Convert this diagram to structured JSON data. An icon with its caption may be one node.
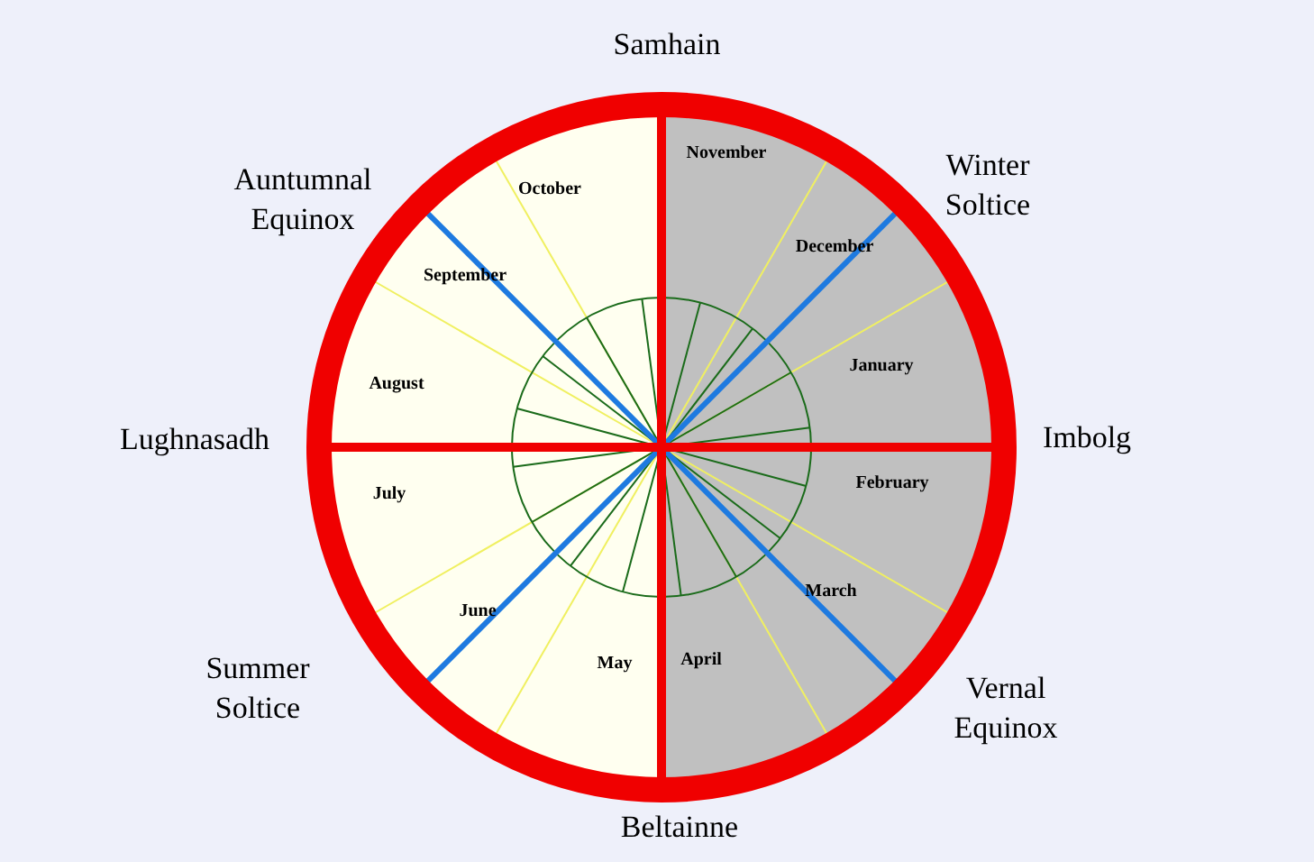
{
  "diagram": {
    "labels": [
      "Samhain",
      "Auntumnal Equinox",
      "October",
      "November",
      "Winter Soltice",
      "September",
      "December",
      "January",
      "August",
      "Lughnasadh",
      "Imbolg",
      "July",
      "February",
      "March",
      "June",
      "Summer Soltice",
      "May",
      "April",
      "Vernal Equinox",
      "Beltainne"
    ]
  }
}
